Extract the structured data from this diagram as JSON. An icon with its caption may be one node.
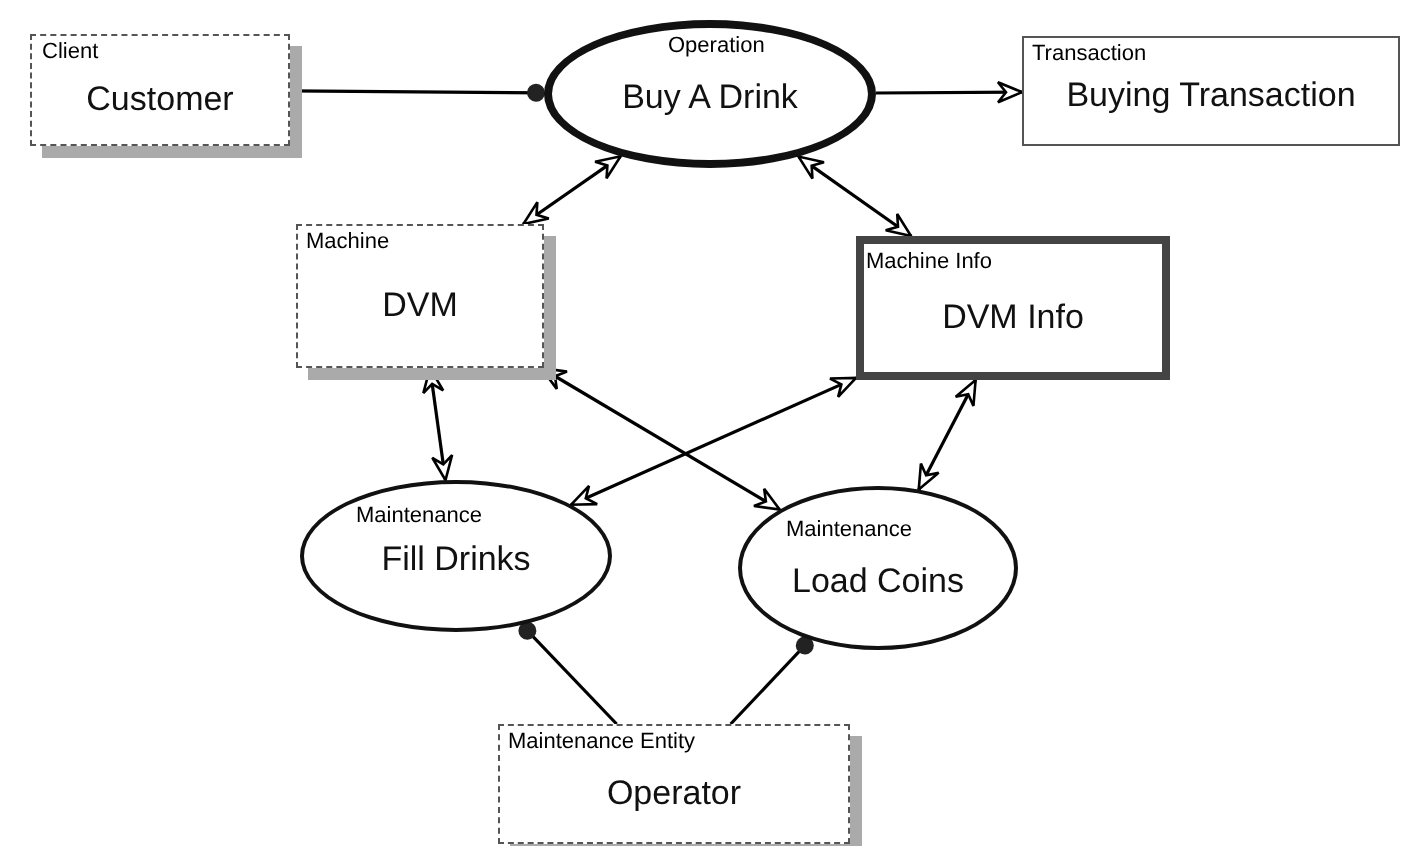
{
  "diagram": {
    "nodes": [
      {
        "text": [
          "Client",
          "Customer"
        ]
      },
      {
        "text": [
          "Operation",
          "Buy A Drink"
        ]
      },
      {
        "text": [
          "Transaction",
          "Buying Transaction"
        ]
      },
      {
        "text": [
          "Machine",
          "DVM"
        ]
      },
      {
        "text": [
          "Machine Info",
          "DVM Info"
        ]
      },
      {
        "text": [
          "Maintenance",
          "Fill Drinks"
        ]
      },
      {
        "text": [
          "Maintenance",
          "Load Coins"
        ]
      },
      {
        "text": [
          "Maintenance Entity",
          "Operator"
        ]
      }
    ],
    "edges": [
      {
        "from": 0,
        "to": 1,
        "arrow": "other"
      },
      {
        "from": 1,
        "to": 2,
        "arrow": "to"
      },
      {
        "from": 1,
        "to": 3,
        "arrow": "both"
      },
      {
        "from": 1,
        "to": 4,
        "arrow": "both"
      },
      {
        "from": 3,
        "to": 5,
        "arrow": "both"
      },
      {
        "from": 3,
        "to": 6,
        "arrow": "both"
      },
      {
        "from": 4,
        "to": 5,
        "arrow": "both"
      },
      {
        "from": 4,
        "to": 6,
        "arrow": "both"
      },
      {
        "from": 7,
        "to": 5,
        "arrow": "other"
      },
      {
        "from": 7,
        "to": 6,
        "arrow": "other"
      }
    ]
  }
}
